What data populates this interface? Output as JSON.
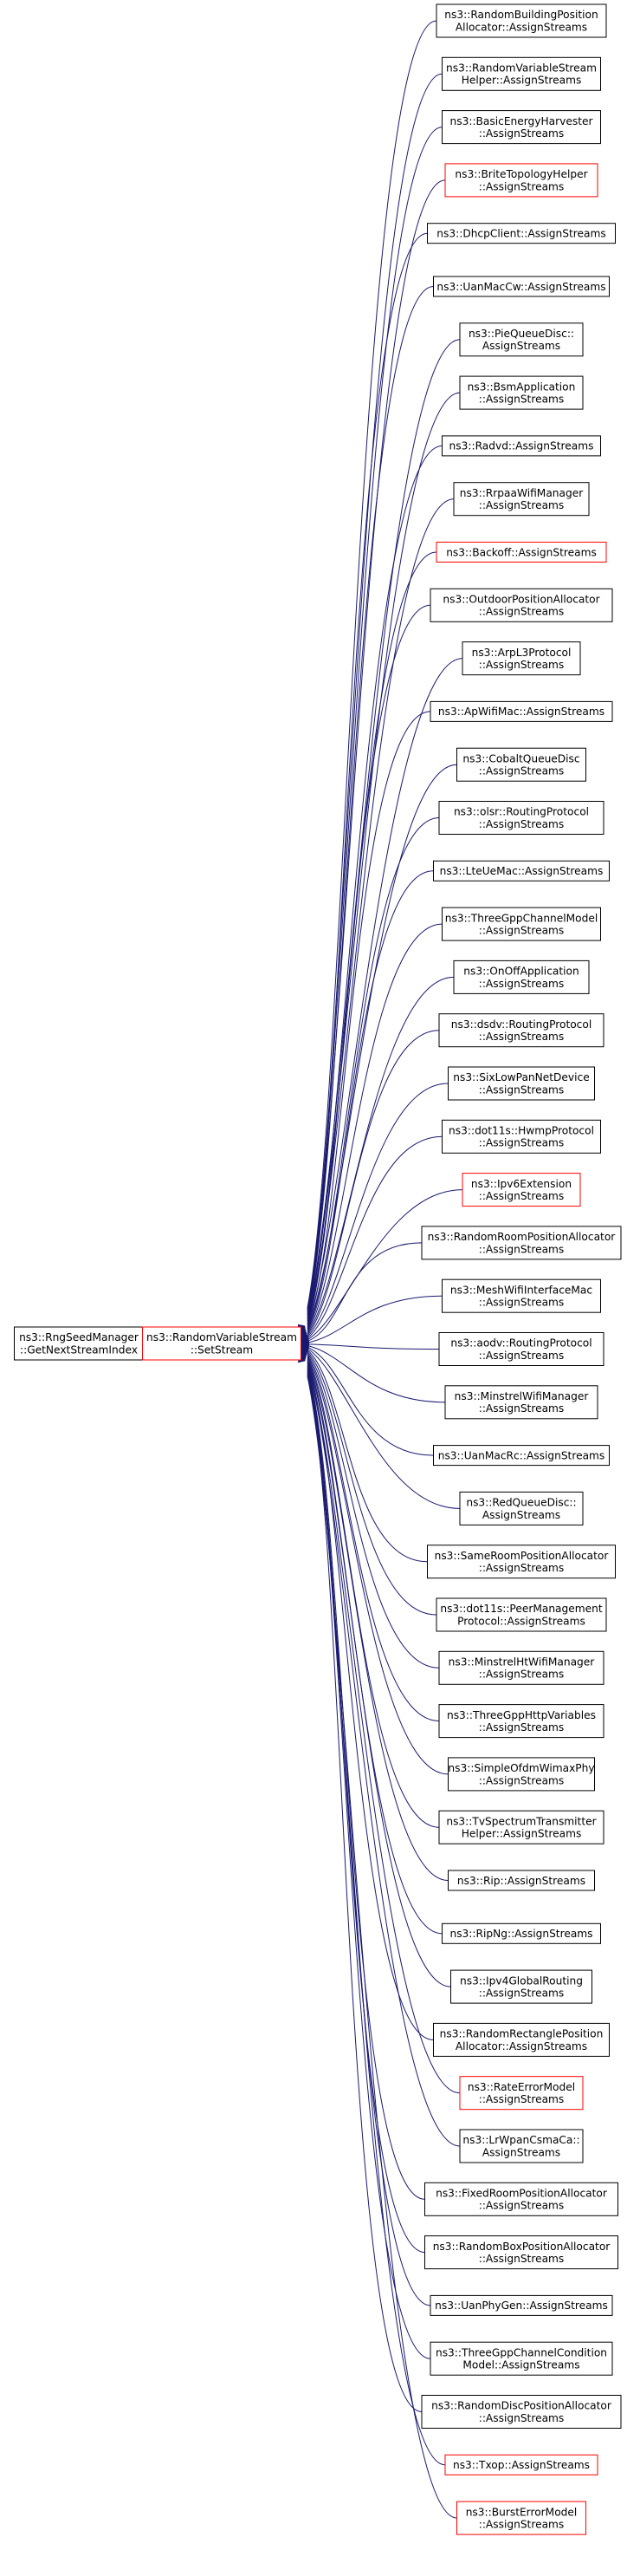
{
  "colors": {
    "edge": "#191970",
    "border_default": "#000000",
    "border_truncated": "#ff0000",
    "root_fill": "#bfbfbf",
    "node_fill": "#ffffff"
  },
  "root": {
    "lines": [
      "ns3::RngSeedManager",
      "::GetNextStreamIndex"
    ]
  },
  "middle": {
    "lines": [
      "ns3::RandomVariableStream",
      "::SetStream"
    ],
    "truncated": true
  },
  "callers": [
    {
      "lines": [
        "ns3::RandomBuildingPosition",
        "Allocator::AssignStreams"
      ],
      "truncated": false
    },
    {
      "lines": [
        "ns3::RandomVariableStream",
        "Helper::AssignStreams"
      ],
      "truncated": false
    },
    {
      "lines": [
        "ns3::BasicEnergyHarvester",
        "::AssignStreams"
      ],
      "truncated": false
    },
    {
      "lines": [
        "ns3::BriteTopologyHelper",
        "::AssignStreams"
      ],
      "truncated": true
    },
    {
      "lines": [
        "ns3::DhcpClient::AssignStreams"
      ],
      "truncated": false
    },
    {
      "lines": [
        "ns3::UanMacCw::AssignStreams"
      ],
      "truncated": false
    },
    {
      "lines": [
        "ns3::PieQueueDisc::",
        "AssignStreams"
      ],
      "truncated": false
    },
    {
      "lines": [
        "ns3::BsmApplication",
        "::AssignStreams"
      ],
      "truncated": false
    },
    {
      "lines": [
        "ns3::Radvd::AssignStreams"
      ],
      "truncated": false
    },
    {
      "lines": [
        "ns3::RrpaaWifiManager",
        "::AssignStreams"
      ],
      "truncated": false
    },
    {
      "lines": [
        "ns3::Backoff::AssignStreams"
      ],
      "truncated": true
    },
    {
      "lines": [
        "ns3::OutdoorPositionAllocator",
        "::AssignStreams"
      ],
      "truncated": false
    },
    {
      "lines": [
        "ns3::ArpL3Protocol",
        "::AssignStreams"
      ],
      "truncated": false
    },
    {
      "lines": [
        "ns3::ApWifiMac::AssignStreams"
      ],
      "truncated": false
    },
    {
      "lines": [
        "ns3::CobaltQueueDisc",
        "::AssignStreams"
      ],
      "truncated": false
    },
    {
      "lines": [
        "ns3::olsr::RoutingProtocol",
        "::AssignStreams"
      ],
      "truncated": false
    },
    {
      "lines": [
        "ns3::LteUeMac::AssignStreams"
      ],
      "truncated": false
    },
    {
      "lines": [
        "ns3::ThreeGppChannelModel",
        "::AssignStreams"
      ],
      "truncated": false
    },
    {
      "lines": [
        "ns3::OnOffApplication",
        "::AssignStreams"
      ],
      "truncated": false
    },
    {
      "lines": [
        "ns3::dsdv::RoutingProtocol",
        "::AssignStreams"
      ],
      "truncated": false
    },
    {
      "lines": [
        "ns3::SixLowPanNetDevice",
        "::AssignStreams"
      ],
      "truncated": false
    },
    {
      "lines": [
        "ns3::dot11s::HwmpProtocol",
        "::AssignStreams"
      ],
      "truncated": false
    },
    {
      "lines": [
        "ns3::Ipv6Extension",
        "::AssignStreams"
      ],
      "truncated": true
    },
    {
      "lines": [
        "ns3::RandomRoomPositionAllocator",
        "::AssignStreams"
      ],
      "truncated": false
    },
    {
      "lines": [
        "ns3::MeshWifiInterfaceMac",
        "::AssignStreams"
      ],
      "truncated": false
    },
    {
      "lines": [
        "ns3::aodv::RoutingProtocol",
        "::AssignStreams"
      ],
      "truncated": false
    },
    {
      "lines": [
        "ns3::MinstrelWifiManager",
        "::AssignStreams"
      ],
      "truncated": false
    },
    {
      "lines": [
        "ns3::UanMacRc::AssignStreams"
      ],
      "truncated": false
    },
    {
      "lines": [
        "ns3::RedQueueDisc::",
        "AssignStreams"
      ],
      "truncated": false
    },
    {
      "lines": [
        "ns3::SameRoomPositionAllocator",
        "::AssignStreams"
      ],
      "truncated": false
    },
    {
      "lines": [
        "ns3::dot11s::PeerManagement",
        "Protocol::AssignStreams"
      ],
      "truncated": false
    },
    {
      "lines": [
        "ns3::MinstrelHtWifiManager",
        "::AssignStreams"
      ],
      "truncated": false
    },
    {
      "lines": [
        "ns3::ThreeGppHttpVariables",
        "::AssignStreams"
      ],
      "truncated": false
    },
    {
      "lines": [
        "ns3::SimpleOfdmWimaxPhy",
        "::AssignStreams"
      ],
      "truncated": false
    },
    {
      "lines": [
        "ns3::TvSpectrumTransmitter",
        "Helper::AssignStreams"
      ],
      "truncated": false
    },
    {
      "lines": [
        "ns3::Rip::AssignStreams"
      ],
      "truncated": false
    },
    {
      "lines": [
        "ns3::RipNg::AssignStreams"
      ],
      "truncated": false
    },
    {
      "lines": [
        "ns3::Ipv4GlobalRouting",
        "::AssignStreams"
      ],
      "truncated": false
    },
    {
      "lines": [
        "ns3::RandomRectanglePosition",
        "Allocator::AssignStreams"
      ],
      "truncated": false
    },
    {
      "lines": [
        "ns3::RateErrorModel",
        "::AssignStreams"
      ],
      "truncated": true
    },
    {
      "lines": [
        "ns3::LrWpanCsmaCa::",
        "AssignStreams"
      ],
      "truncated": false
    },
    {
      "lines": [
        "ns3::FixedRoomPositionAllocator",
        "::AssignStreams"
      ],
      "truncated": false
    },
    {
      "lines": [
        "ns3::RandomBoxPositionAllocator",
        "::AssignStreams"
      ],
      "truncated": false
    },
    {
      "lines": [
        "ns3::UanPhyGen::AssignStreams"
      ],
      "truncated": false
    },
    {
      "lines": [
        "ns3::ThreeGppChannelCondition",
        "Model::AssignStreams"
      ],
      "truncated": false
    },
    {
      "lines": [
        "ns3::RandomDiscPositionAllocator",
        "::AssignStreams"
      ],
      "truncated": false
    },
    {
      "lines": [
        "ns3::Txop::AssignStreams"
      ],
      "truncated": true
    },
    {
      "lines": [
        "ns3::BurstErrorModel",
        "::AssignStreams"
      ],
      "truncated": true
    }
  ]
}
